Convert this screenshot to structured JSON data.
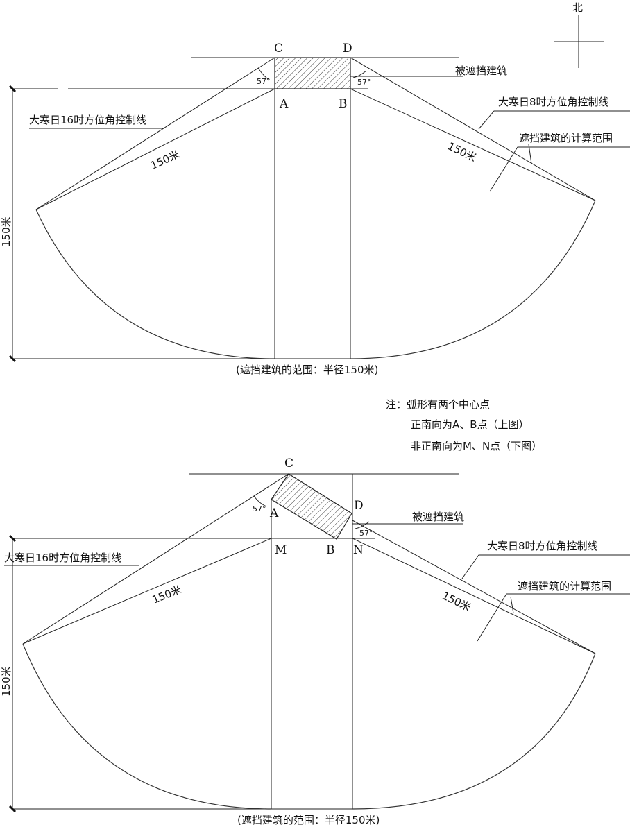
{
  "compass": {
    "north_label": "北"
  },
  "top": {
    "points": {
      "c": "C",
      "d": "D",
      "a": "A",
      "b": "B"
    },
    "angle_left": "57°",
    "angle_right": "57°",
    "shaded_building": "被遮挡建筑",
    "line_8am": "大寒日8时方位角控制线",
    "line_4pm": "大寒日16时方位角控制线",
    "calc_range": "遮挡建筑的计算范围",
    "radius_left": "150米",
    "radius_right": "150米",
    "dimension": "150米",
    "caption": "(遮挡建筑的范围：半径150米)"
  },
  "note": {
    "line1": "注：弧形有两个中心点",
    "line2": "正南向为A、B点（上图）",
    "line3": "非正南向为M、N点（下图）"
  },
  "bottom": {
    "points": {
      "c": "C",
      "d": "D",
      "a": "A",
      "b": "B",
      "m": "M",
      "n": "N"
    },
    "angle_left": "57°",
    "angle_right": "57°",
    "shaded_building": "被遮挡建筑",
    "line_8am": "大寒日8时方位角控制线",
    "line_4pm": "大寒日16时方位角控制线",
    "calc_range": "遮挡建筑的计算范围",
    "radius_left": "150米",
    "radius_right": "150米",
    "dimension": "150米",
    "caption": "(遮挡建筑的范围：半径150米)"
  }
}
